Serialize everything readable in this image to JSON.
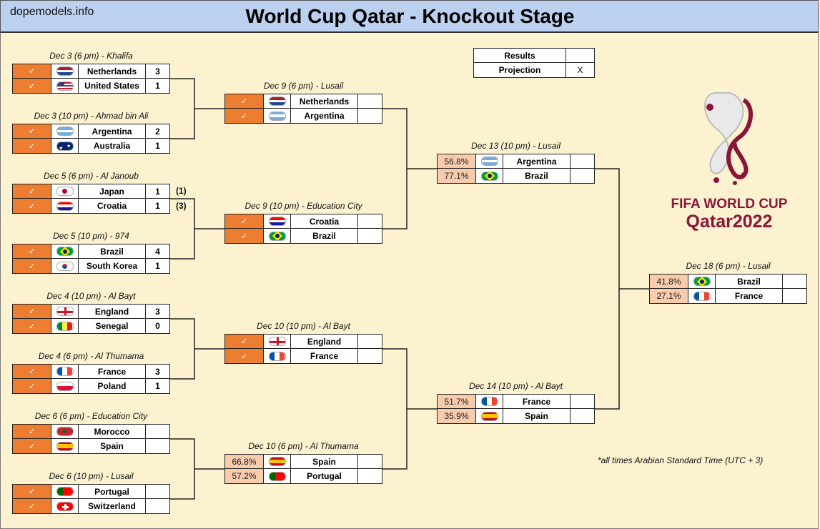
{
  "header": {
    "site": "dopemodels.info",
    "title": "World Cup Qatar - Knockout Stage"
  },
  "legend": {
    "results_label": "Results",
    "results_value": "",
    "projection_label": "Projection",
    "projection_value": "X"
  },
  "note": "*all times Arabian Standard Time (UTC + 3)",
  "logo": {
    "line1": "FIFA WORLD CUP",
    "line2": "Qatar2022"
  },
  "check_mark": "✓",
  "round_of_16": [
    {
      "label": "Dec 3 (6 pm) - Khalifa",
      "teams": [
        {
          "flag": "netherlands",
          "name": "Netherlands",
          "score": "3"
        },
        {
          "flag": "usa",
          "name": "United States",
          "score": "1"
        }
      ]
    },
    {
      "label": "Dec 3 (10 pm) - Ahmad bin Ali",
      "teams": [
        {
          "flag": "argentina",
          "name": "Argentina",
          "score": "2"
        },
        {
          "flag": "australia",
          "name": "Australia",
          "score": "1"
        }
      ]
    },
    {
      "label": "Dec 5 (6 pm) - Al Janoub",
      "teams": [
        {
          "flag": "japan",
          "name": "Japan",
          "score": "1",
          "pens": "(1)"
        },
        {
          "flag": "croatia",
          "name": "Croatia",
          "score": "1",
          "pens": "(3)"
        }
      ]
    },
    {
      "label": "Dec 5 (10 pm) - 974",
      "teams": [
        {
          "flag": "brazil",
          "name": "Brazil",
          "score": "4"
        },
        {
          "flag": "south-korea",
          "name": "South Korea",
          "score": "1"
        }
      ]
    },
    {
      "label": "Dec 4 (10 pm) - Al Bayt",
      "teams": [
        {
          "flag": "england",
          "name": "England",
          "score": "3"
        },
        {
          "flag": "senegal",
          "name": "Senegal",
          "score": "0"
        }
      ]
    },
    {
      "label": "Dec 4 (6 pm) - Al Thumama",
      "teams": [
        {
          "flag": "france",
          "name": "France",
          "score": "3"
        },
        {
          "flag": "poland",
          "name": "Poland",
          "score": "1"
        }
      ]
    },
    {
      "label": "Dec 6 (6 pm) - Education City",
      "teams": [
        {
          "flag": "morocco",
          "name": "Morocco",
          "score": ""
        },
        {
          "flag": "spain",
          "name": "Spain",
          "score": ""
        }
      ]
    },
    {
      "label": "Dec 6 (10 pm) - Lusail",
      "teams": [
        {
          "flag": "portugal",
          "name": "Portugal",
          "score": ""
        },
        {
          "flag": "switzerland",
          "name": "Switzerland",
          "score": ""
        }
      ]
    }
  ],
  "quarterfinals": [
    {
      "label": "Dec 9 (6 pm) - Lusail",
      "teams": [
        {
          "flag": "netherlands",
          "name": "Netherlands",
          "score": ""
        },
        {
          "flag": "argentina",
          "name": "Argentina",
          "score": ""
        }
      ]
    },
    {
      "label": "Dec 9 (10 pm) - Education City",
      "teams": [
        {
          "flag": "croatia",
          "name": "Croatia",
          "score": ""
        },
        {
          "flag": "brazil",
          "name": "Brazil",
          "score": ""
        }
      ]
    },
    {
      "label": "Dec 10 (10 pm) - Al Bayt",
      "teams": [
        {
          "flag": "england",
          "name": "England",
          "score": ""
        },
        {
          "flag": "france",
          "name": "France",
          "score": ""
        }
      ]
    },
    {
      "label": "Dec 10 (6 pm) - Al Thumama",
      "teams": [
        {
          "flag": "spain",
          "name": "Spain",
          "score": "",
          "pct": "66.8%"
        },
        {
          "flag": "portugal",
          "name": "Portugal",
          "score": "",
          "pct": "57.2%"
        }
      ]
    }
  ],
  "semifinals": [
    {
      "label": "Dec 13 (10 pm) - Lusail",
      "teams": [
        {
          "flag": "argentina",
          "name": "Argentina",
          "score": "",
          "pct": "56.8%"
        },
        {
          "flag": "brazil",
          "name": "Brazil",
          "score": "",
          "pct": "77.1%"
        }
      ]
    },
    {
      "label": "Dec 14 (10 pm) - Al Bayt",
      "teams": [
        {
          "flag": "france",
          "name": "France",
          "score": "",
          "pct": "51.7%"
        },
        {
          "flag": "spain",
          "name": "Spain",
          "score": "",
          "pct": "35.9%"
        }
      ]
    }
  ],
  "final": {
    "label": "Dec 18 (6 pm) - Lusail",
    "teams": [
      {
        "flag": "brazil",
        "name": "Brazil",
        "score": "",
        "pct": "41.8%"
      },
      {
        "flag": "france",
        "name": "France",
        "score": "",
        "pct": "27.1%"
      }
    ]
  }
}
